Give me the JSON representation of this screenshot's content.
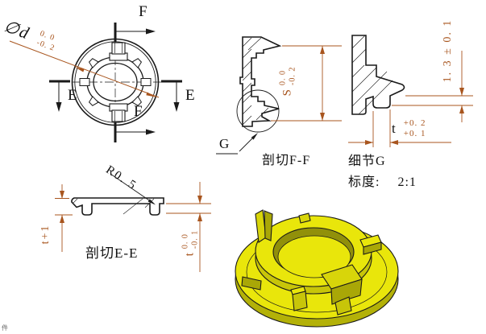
{
  "front_view": {
    "diameter_symbol": "∅d",
    "diameter_tol_upper": "0. 0",
    "diameter_tol_lower": "-0. 2",
    "label_f_top": "F",
    "label_f_bottom": "F",
    "label_e_left": "E",
    "label_e_right": "E"
  },
  "section_ff": {
    "title": "剖切F-F",
    "detail_marker": "G",
    "dim_s_symbol": "S",
    "dim_s_tol_upper": "0. 0",
    "dim_s_tol_lower": "-0. 2"
  },
  "detail_g": {
    "title": "细节G",
    "scale_label": "标度:",
    "scale_value": "2:1",
    "dim_height": "1. 3 ± 0. 1",
    "dim_t_symbol": "t",
    "dim_t_tol_upper": "+0. 2",
    "dim_t_tol_lower": "+0. 1"
  },
  "section_ee": {
    "title": "剖切E-E",
    "dim_radius": "R0. 5",
    "dim_thickness_plus": "t+1",
    "dim_t_symbol": "t",
    "dim_t_tol_upper": "0. 0",
    "dim_t_tol_lower": "-0. 1"
  },
  "corner_note": "件",
  "colors": {
    "line": "#1a1a1a",
    "dimension": "#a8551e",
    "part_bright": "#e9e60b",
    "part_mid": "#c8c509",
    "part_dark": "#91900a",
    "part_shadow": "#a9a707",
    "part_side": "#b3b108",
    "part_tab": "#d8d50a"
  }
}
